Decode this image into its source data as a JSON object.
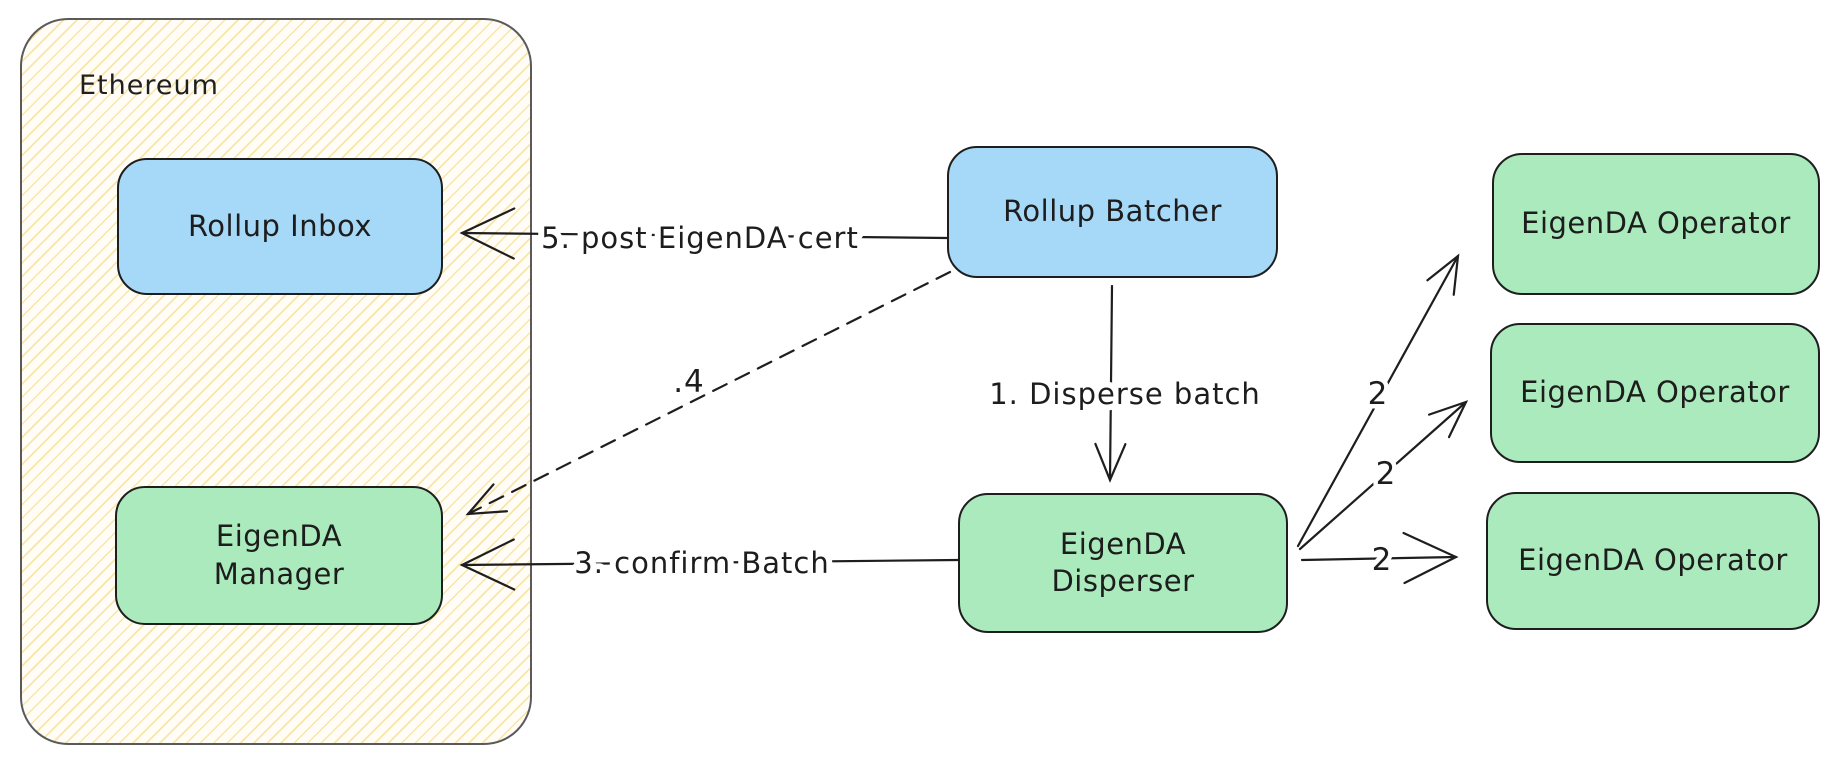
{
  "diagram": {
    "group": {
      "label": "Ethereum",
      "fill_base": "#fffdf6",
      "hatch_color": "#f4d16a",
      "border_color": "#5a5a5a"
    },
    "nodes": [
      {
        "id": "rollup-inbox",
        "label": "Rollup Inbox",
        "color": "#a6d9f8"
      },
      {
        "id": "eigenda-manager",
        "label": "EigenDA\nManager",
        "color": "#aaeabc"
      },
      {
        "id": "rollup-batcher",
        "label": "Rollup Batcher",
        "color": "#a6d9f8"
      },
      {
        "id": "eigenda-disperser",
        "label": "EigenDA\nDisperser",
        "color": "#aaeabc"
      },
      {
        "id": "eigenda-operator-1",
        "label": "EigenDA Operator",
        "color": "#aaeabc"
      },
      {
        "id": "eigenda-operator-2",
        "label": "EigenDA Operator",
        "color": "#aaeabc"
      },
      {
        "id": "eigenda-operator-3",
        "label": "EigenDA Operator",
        "color": "#aaeabc"
      }
    ],
    "arrows": [
      {
        "id": "disperse-batch",
        "label": "1. Disperse batch",
        "from": "rollup-batcher",
        "to": "eigenda-disperser",
        "style": "solid"
      },
      {
        "id": "send-chunks-1",
        "label": "2",
        "from": "eigenda-disperser",
        "to": "eigenda-operator-1",
        "style": "solid"
      },
      {
        "id": "send-chunks-2",
        "label": "2",
        "from": "eigenda-disperser",
        "to": "eigenda-operator-2",
        "style": "solid"
      },
      {
        "id": "send-chunks-3",
        "label": "2",
        "from": "eigenda-disperser",
        "to": "eigenda-operator-3",
        "style": "solid"
      },
      {
        "id": "confirm-batch",
        "label": "3. confirm Batch",
        "from": "eigenda-disperser",
        "to": "eigenda-manager",
        "style": "solid"
      },
      {
        "id": "post-cert-4",
        "label": ".4",
        "from": "rollup-batcher",
        "to": "eigenda-manager",
        "style": "dashed"
      },
      {
        "id": "post-cert-5",
        "label": "5. post EigenDA cert",
        "from": "rollup-batcher",
        "to": "rollup-inbox",
        "style": "solid"
      }
    ],
    "colors": {
      "node_border": "#1e1e1e",
      "arrow": "#1e1e1e",
      "text": "#1d1d1d",
      "blue_fill": "#a6d9f8",
      "green_fill": "#aaeabc",
      "canvas": "#ffffff"
    }
  }
}
